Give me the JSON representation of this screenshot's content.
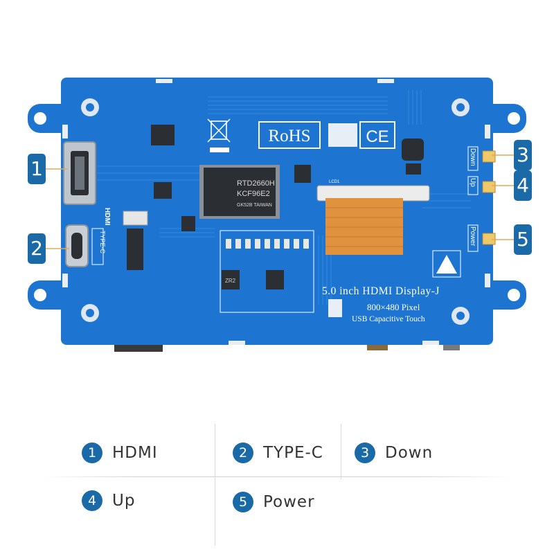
{
  "colors": {
    "pcb": "#1d75d1",
    "pcb_trace": "#2a84dc",
    "callout": "#1b6aa8",
    "legend_text": "#333333",
    "flex_cable": "#e0923f",
    "chip": "#2b2e33",
    "silkscreen": "#ffffff"
  },
  "board": {
    "rohs": "RoHS",
    "ce": "CE",
    "chip_lines": [
      "RTD2660H",
      "KCF96E2",
      "GK52B TAIWAN"
    ],
    "chip_small": "ZR2",
    "product_title": "5.0 inch HDMI Display-J",
    "resolution": "800×480 Pixel",
    "touch": "USB Capacitive Touch",
    "hdmi_silk": "HDMI",
    "typec_silk": "TYPE-C",
    "btn_down": "Down",
    "btn_up": "Up",
    "btn_power": "Power",
    "lcd_label": "LCD1",
    "icons": [
      "weee-bin-icon",
      "esd-warning-icon"
    ]
  },
  "callouts": [
    "1",
    "2",
    "3",
    "4",
    "5"
  ],
  "legend": [
    {
      "num": "1",
      "label": "HDMI"
    },
    {
      "num": "2",
      "label": "TYPE-C"
    },
    {
      "num": "3",
      "label": "Down"
    },
    {
      "num": "4",
      "label": "Up"
    },
    {
      "num": "5",
      "label": "Power"
    }
  ]
}
